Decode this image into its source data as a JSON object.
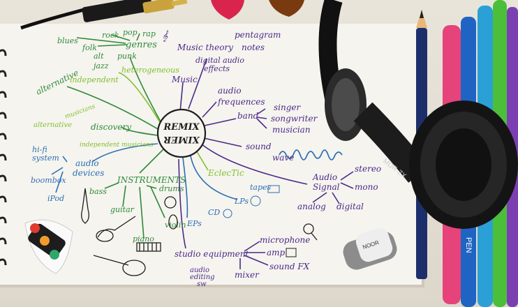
{
  "mindmap": {
    "center": {
      "line1": "REMIX",
      "line2": "XIMER"
    },
    "genres_branch": {
      "genres": "genres",
      "items": [
        "blues",
        "folk",
        "rock",
        "pop",
        "rap",
        "alt",
        "jazz",
        "punk"
      ],
      "heterogeneous": "heterogeneous"
    },
    "music_branch": {
      "music": "Music",
      "theory": "Music theory",
      "pentagram": "pentagram",
      "notes": "notes"
    },
    "digital_audio_effects": [
      "digital audio",
      "effects"
    ],
    "audio_frequences": [
      "audio",
      "frequences"
    ],
    "band_branch": {
      "band": "band",
      "items": [
        "singer",
        "songwriter",
        "musician"
      ]
    },
    "sound_branch": {
      "sound": "sound",
      "wave": "wave"
    },
    "eclectic": "EclecTic",
    "tapes": "tapes",
    "lps": "LPs",
    "cd": "CD",
    "eps": "EPs",
    "audio_signal": {
      "label": [
        "Audio",
        "Signal"
      ],
      "items": [
        "stereo",
        "mono",
        "analog",
        "digital"
      ]
    },
    "alternative_branch": {
      "alternative": "alternative",
      "independent": "independent",
      "alternative2": "alternative",
      "musicians": "musicians",
      "discovery": "discovery",
      "independent_musicians": "independent musicians"
    },
    "devices_branch": {
      "hifi": [
        "hi-fi",
        "system"
      ],
      "audio_devices": [
        "audio",
        "devices"
      ],
      "boombox": "boombox",
      "ipod": "iPod"
    },
    "instruments_branch": {
      "instruments": "INSTRUMENTS",
      "items": [
        "bass",
        "guitar",
        "drums",
        "violin",
        "piano"
      ]
    },
    "studio_branch": {
      "studio_equipment": "studio equipment",
      "items": [
        "microphone",
        "amp",
        "sound FX",
        "mixer"
      ],
      "audio_editing_sw": [
        "audio",
        "editing",
        "sw"
      ]
    }
  },
  "objects": {
    "headphones_brand": "MDR-ZX",
    "pen_brand": "PEN",
    "eraser_brand": "NOOR"
  },
  "colors": {
    "paper": "#f6f4ee",
    "ink_green": "#2c8a3a",
    "ink_lime": "#7fbf2f",
    "ink_blue": "#2a6fb5",
    "ink_purple": "#4a2a8a",
    "ink_black": "#1e1e1e"
  }
}
